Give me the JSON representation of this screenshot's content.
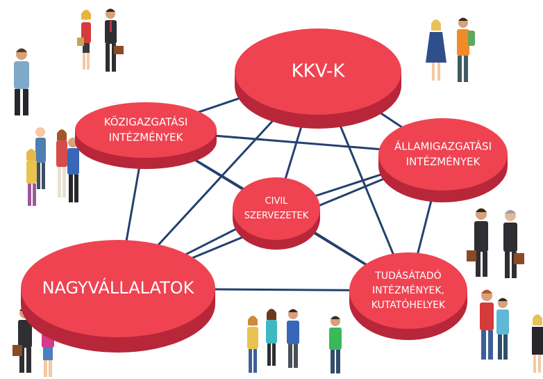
{
  "colors": {
    "node_top": "#ef4352",
    "node_side": "#b8263a",
    "edge": "#23406e",
    "label": "#ffffff"
  },
  "nodes": {
    "kkv": {
      "lines": [
        "KKV-K"
      ]
    },
    "kozigazgatasi": {
      "lines": [
        "KÖZIGAZGATÁSI",
        "INTÉZMÉNYEK"
      ]
    },
    "allamigazgatasi": {
      "lines": [
        "ÁLLAMIGAZGATÁSI",
        "INTÉZMÉNYEK"
      ]
    },
    "civil": {
      "lines": [
        "CIVIL",
        "SZERVEZETEK"
      ]
    },
    "nagyvallalatok": {
      "lines": [
        "NAGYVÁLLALATOK"
      ]
    },
    "tudasatado": {
      "lines": [
        "TUDÁSÁTADÓ",
        "INTÉZMÉNYEK,",
        "KUTATÓHELYEK"
      ]
    }
  },
  "edges": [
    [
      "kkv",
      "kozigazgatasi"
    ],
    [
      "kkv",
      "allamigazgatasi"
    ],
    [
      "kkv",
      "civil"
    ],
    [
      "kkv",
      "nagyvallalatok"
    ],
    [
      "kkv",
      "tudasatado"
    ],
    [
      "kozigazgatasi",
      "allamigazgatasi"
    ],
    [
      "kozigazgatasi",
      "civil"
    ],
    [
      "kozigazgatasi",
      "nagyvallalatok"
    ],
    [
      "kozigazgatasi",
      "tudasatado"
    ],
    [
      "allamigazgatasi",
      "civil"
    ],
    [
      "allamigazgatasi",
      "nagyvallalatok"
    ],
    [
      "allamigazgatasi",
      "tudasatado"
    ],
    [
      "civil",
      "nagyvallalatok"
    ],
    [
      "civil",
      "tudasatado"
    ],
    [
      "nagyvallalatok",
      "tudasatado"
    ]
  ],
  "people_groups": [
    "business-pair-top",
    "man-standing-left",
    "group-of-four-left",
    "students-pair-top-right",
    "business-pair-right",
    "business-pair-bottom-left",
    "group-of-four-bottom",
    "casual-pair-bottom-right",
    "woman-bottom-right"
  ]
}
